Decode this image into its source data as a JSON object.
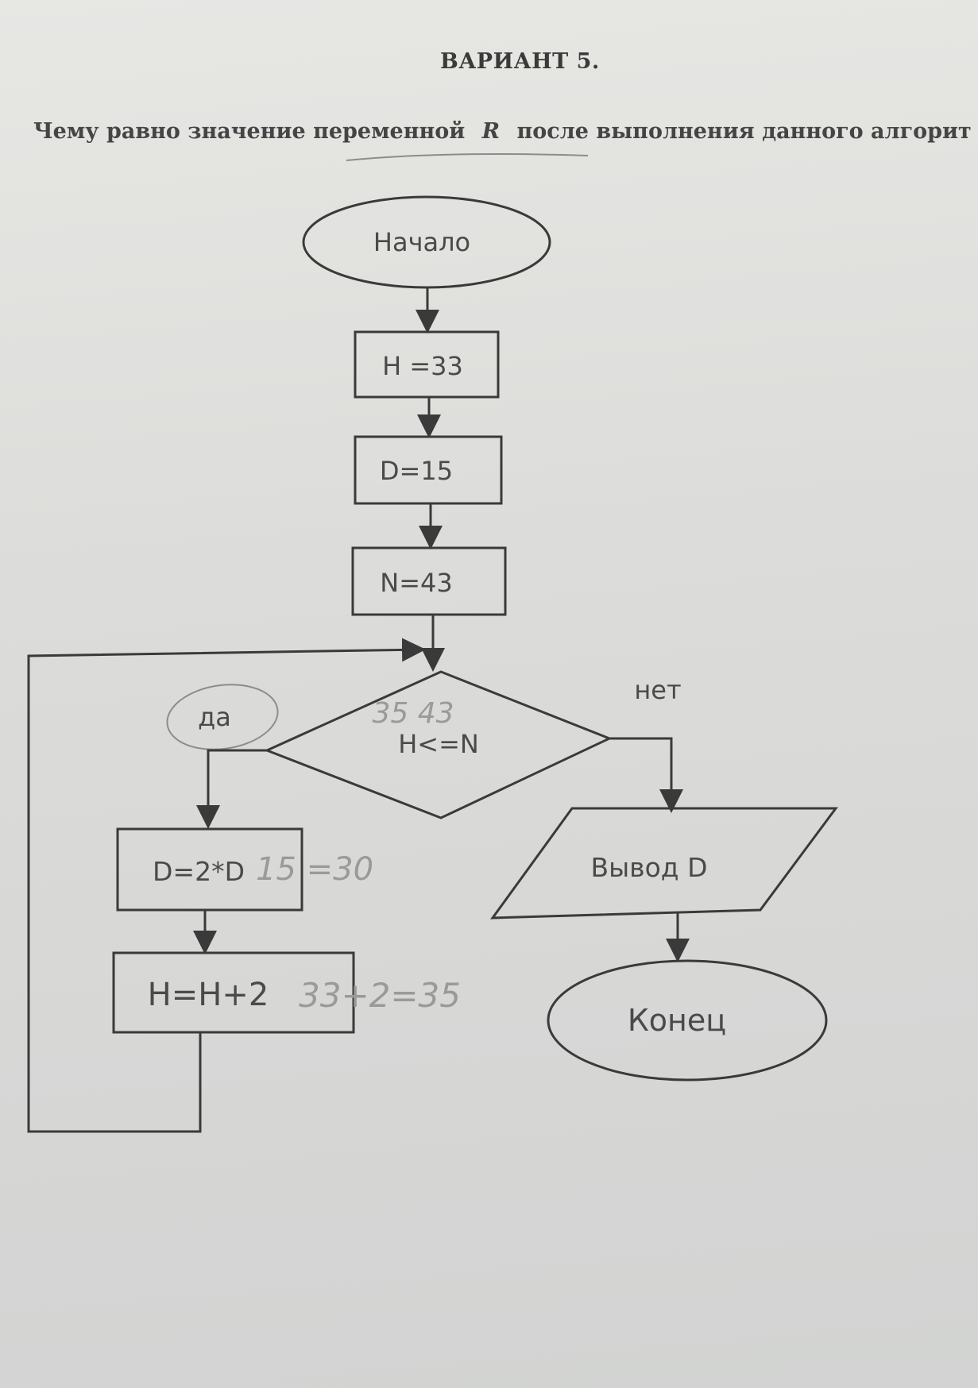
{
  "page": {
    "heading": "ВАРИАНТ 5.",
    "question_before": "Чему  равно значение переменной",
    "question_variable": "R",
    "question_after": "после выполнения данного алгорит"
  },
  "flowchart": {
    "start_label": "Начало",
    "assign_h": "H =33",
    "assign_d": "D=15",
    "assign_n": "N=43",
    "condition": "H<=N",
    "branch_yes": "да",
    "branch_no": "нет",
    "loop_double_d": "D=2*D",
    "loop_increment_h": "H=H+2",
    "output_label": "Вывод D",
    "end_label": "Конец"
  },
  "handwritten_notes": {
    "condition_values": "35 43",
    "double_d_calc": "15 =30",
    "increment_h_calc": "33+2=35"
  },
  "colors": {
    "ink": "#4a4a4a",
    "pencil": "#9a9a9a",
    "paper": "#dcdcda"
  }
}
